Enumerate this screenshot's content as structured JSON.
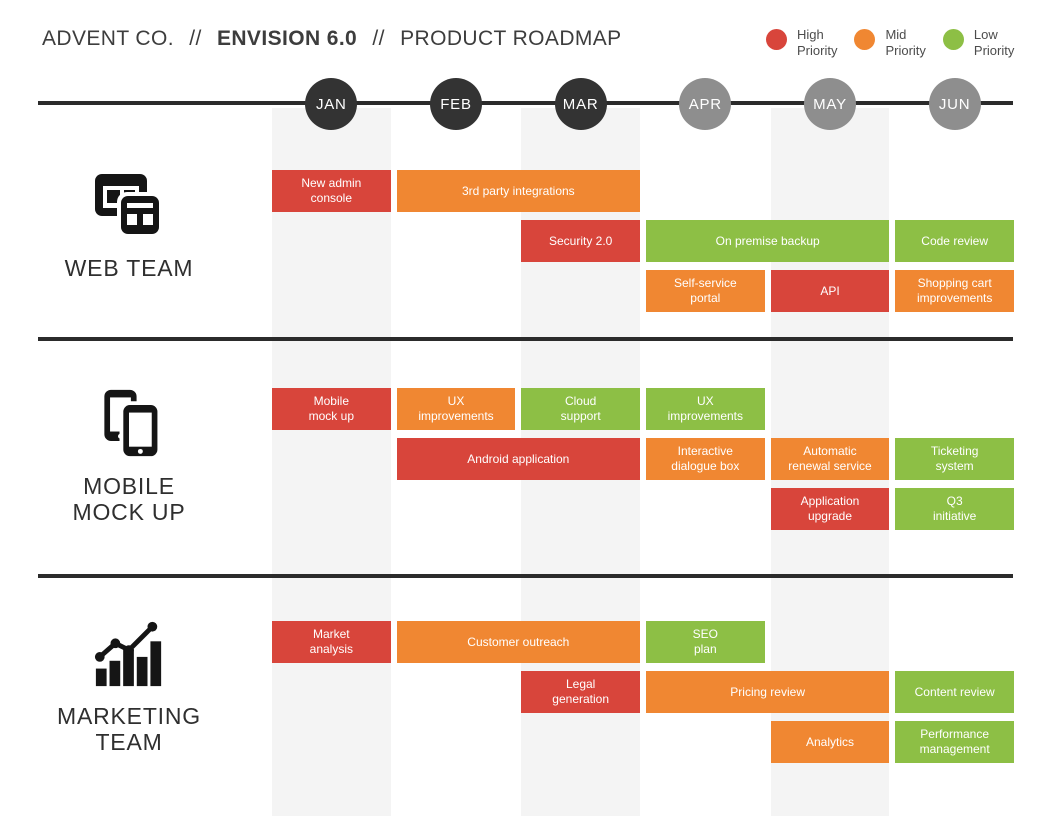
{
  "header": {
    "company": "ADVENT CO.",
    "separator": "//",
    "product": "ENVISION 6.0",
    "page_title": "PRODUCT ROADMAP"
  },
  "legend": {
    "items": [
      {
        "key": "high",
        "label": "High\nPriority",
        "color": "#d8453b"
      },
      {
        "key": "mid",
        "label": "Mid\nPriority",
        "color": "#f08732"
      },
      {
        "key": "low",
        "label": "Low\nPriority",
        "color": "#8dbf45"
      }
    ]
  },
  "chart_data": {
    "type": "gantt",
    "title": "ADVENT CO. // ENVISION 6.0 // PRODUCT ROADMAP",
    "x": [
      "JAN",
      "FEB",
      "MAR",
      "APR",
      "MAY",
      "JUN"
    ],
    "months": [
      {
        "label": "JAN",
        "state": "past"
      },
      {
        "label": "FEB",
        "state": "past"
      },
      {
        "label": "MAR",
        "state": "past"
      },
      {
        "label": "APR",
        "state": "future"
      },
      {
        "label": "MAY",
        "state": "future"
      },
      {
        "label": "JUN",
        "state": "future"
      }
    ],
    "circle_colors": {
      "past": "#333333",
      "future": "#8e8e8e"
    },
    "legend_position": "top-right",
    "teams": [
      {
        "name": "WEB TEAM",
        "icon": "browser-windows-icon",
        "tasks": [
          {
            "label": "New admin\nconsole",
            "start": 1,
            "span": 1,
            "row": 1,
            "priority": "high"
          },
          {
            "label": "3rd party integrations",
            "start": 2,
            "span": 2,
            "row": 1,
            "priority": "mid"
          },
          {
            "label": "Security 2.0",
            "start": 3,
            "span": 1,
            "row": 2,
            "priority": "high"
          },
          {
            "label": "On premise backup",
            "start": 4,
            "span": 2,
            "row": 2,
            "priority": "low"
          },
          {
            "label": "Code review",
            "start": 6,
            "span": 1,
            "row": 2,
            "priority": "low"
          },
          {
            "label": "Self-service\nportal",
            "start": 4,
            "span": 1,
            "row": 3,
            "priority": "mid"
          },
          {
            "label": "API",
            "start": 5,
            "span": 1,
            "row": 3,
            "priority": "high"
          },
          {
            "label": "Shopping cart\nimprovements",
            "start": 6,
            "span": 1,
            "row": 3,
            "priority": "mid"
          }
        ]
      },
      {
        "name": "MOBILE\nMOCK UP",
        "icon": "smartphones-icon",
        "tasks": [
          {
            "label": "Mobile\nmock up",
            "start": 1,
            "span": 1,
            "row": 1,
            "priority": "high"
          },
          {
            "label": "UX\nimprovements",
            "start": 2,
            "span": 1,
            "row": 1,
            "priority": "mid"
          },
          {
            "label": "Cloud\nsupport",
            "start": 3,
            "span": 1,
            "row": 1,
            "priority": "low"
          },
          {
            "label": "UX\nimprovements",
            "start": 4,
            "span": 1,
            "row": 1,
            "priority": "low"
          },
          {
            "label": "Android application",
            "start": 2,
            "span": 2,
            "row": 2,
            "priority": "high"
          },
          {
            "label": "Interactive\ndialogue box",
            "start": 4,
            "span": 1,
            "row": 2,
            "priority": "mid"
          },
          {
            "label": "Automatic\nrenewal service",
            "start": 5,
            "span": 1,
            "row": 2,
            "priority": "mid"
          },
          {
            "label": "Ticketing\nsystem",
            "start": 6,
            "span": 1,
            "row": 2,
            "priority": "low"
          },
          {
            "label": "Application\nupgrade",
            "start": 5,
            "span": 1,
            "row": 3,
            "priority": "high"
          },
          {
            "label": "Q3\ninitiative",
            "start": 6,
            "span": 1,
            "row": 3,
            "priority": "low"
          }
        ]
      },
      {
        "name": "MARKETING\nTEAM",
        "icon": "growth-chart-icon",
        "tasks": [
          {
            "label": "Market\nanalysis",
            "start": 1,
            "span": 1,
            "row": 1,
            "priority": "high"
          },
          {
            "label": "Customer outreach",
            "start": 2,
            "span": 2,
            "row": 1,
            "priority": "mid"
          },
          {
            "label": "SEO\nplan",
            "start": 4,
            "span": 1,
            "row": 1,
            "priority": "low"
          },
          {
            "label": "Legal\ngeneration",
            "start": 3,
            "span": 1,
            "row": 2,
            "priority": "high"
          },
          {
            "label": "Pricing review",
            "start": 4,
            "span": 2,
            "row": 2,
            "priority": "mid"
          },
          {
            "label": "Content review",
            "start": 6,
            "span": 1,
            "row": 2,
            "priority": "low"
          },
          {
            "label": "Analytics",
            "start": 5,
            "span": 1,
            "row": 3,
            "priority": "mid"
          },
          {
            "label": "Performance\nmanagement",
            "start": 6,
            "span": 1,
            "row": 3,
            "priority": "low"
          }
        ]
      }
    ]
  }
}
